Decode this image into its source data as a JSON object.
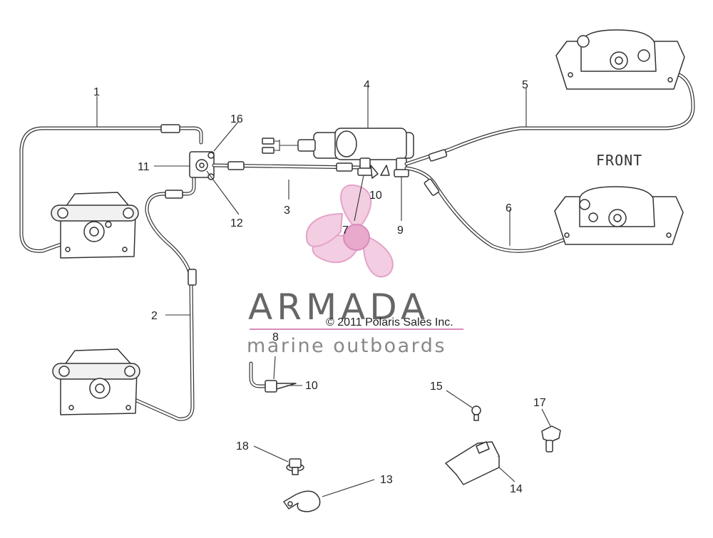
{
  "watermark": {
    "brand": "ARMADA",
    "tagline": "marine outboards",
    "logo_color": "#e5a3c8",
    "accent_line_color": "#d98cba"
  },
  "copyright": "© 2011 Polaris Sales Inc.",
  "direction_label": "FRONT",
  "callouts": [
    "1",
    "2",
    "3",
    "4",
    "5",
    "6",
    "7",
    "8",
    "9",
    "10",
    "10",
    "11",
    "12",
    "13",
    "14",
    "15",
    "16",
    "17",
    "18"
  ]
}
